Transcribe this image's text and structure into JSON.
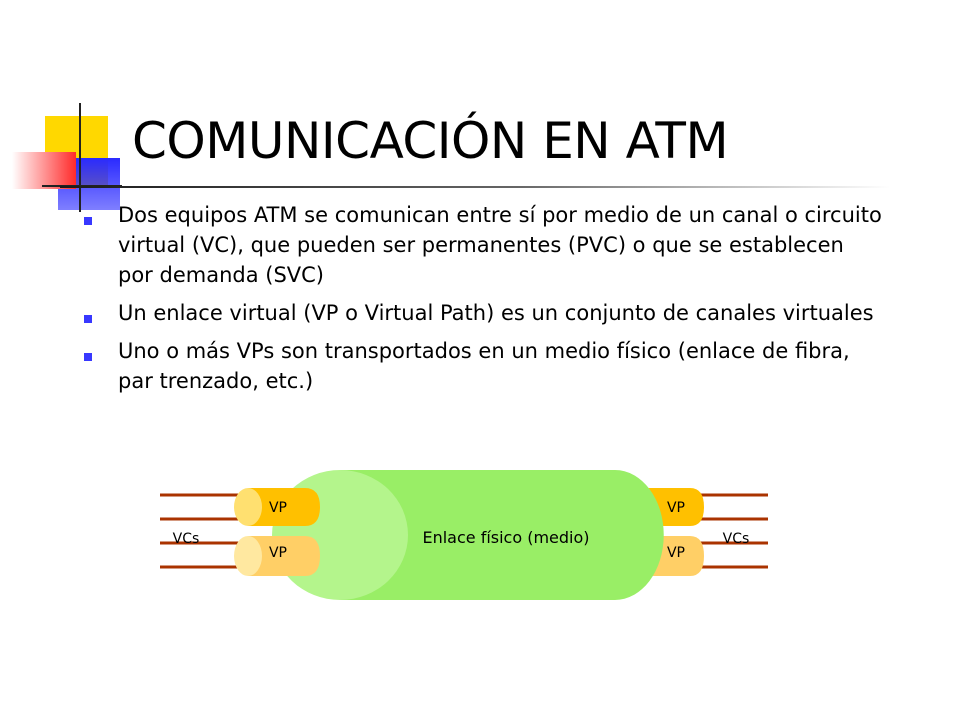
{
  "slide": {
    "title": "COMUNICACIÓN EN ATM",
    "bullets": [
      "Dos equipos ATM se comunican entre sí por medio de un canal o circuito virtual (VC), que pueden ser permanentes (PVC) o que se establecen por demanda (SVC)",
      "Un enlace virtual (VP o Virtual Path) es un conjunto de canales virtuales",
      "Uno o más VPs son transportados en un medio físico (enlace de fibra, par trenzado, etc.)"
    ]
  },
  "diagram": {
    "medium_label": "Enlace físico (medio)",
    "left_vp_top": "VP",
    "left_vp_bottom": "VP",
    "right_vp_top": "VP",
    "right_vp_bottom": "VP",
    "left_vcs_label": "VCs",
    "right_vcs_label": "VCs"
  },
  "colors": {
    "bullet": "#3838ff",
    "medium": "#99ee66",
    "vp_tube": "#ffcc00",
    "vc_line": "#aa3300"
  }
}
